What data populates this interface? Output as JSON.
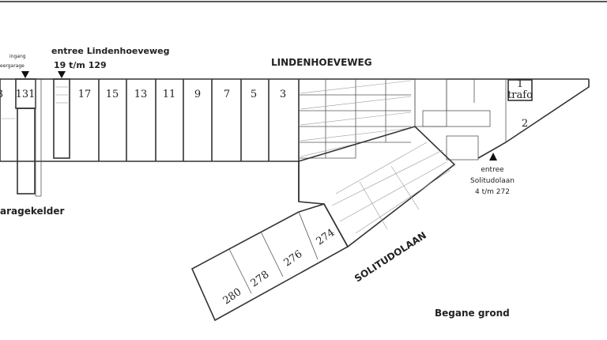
{
  "plan": {
    "street_top": "LINDENHOEVEWEG",
    "street_diagonal": "SOLITUDOLAAN",
    "floor_label": "Begane grond",
    "garage_label": "aragekelder",
    "garage_entry": {
      "line1": "ingang",
      "line2": "eergarage"
    },
    "entrance_lindenhoeveweg": {
      "line1": "entree Lindenhoeveweg",
      "line2": "19 t/m 129"
    },
    "entrance_solitudolaan": {
      "line1": "entree",
      "line2": "Solitudolaan",
      "line3": "4 t/m 272"
    },
    "units_top": [
      "3",
      "131",
      "17",
      "15",
      "13",
      "11",
      "9",
      "7",
      "5",
      "3"
    ],
    "units_diagonal": [
      "280",
      "278",
      "276",
      "274"
    ],
    "trafo": {
      "number": "1",
      "label": "trafo"
    },
    "corner_unit": "2",
    "arrow_icon": "triangle-down"
  }
}
